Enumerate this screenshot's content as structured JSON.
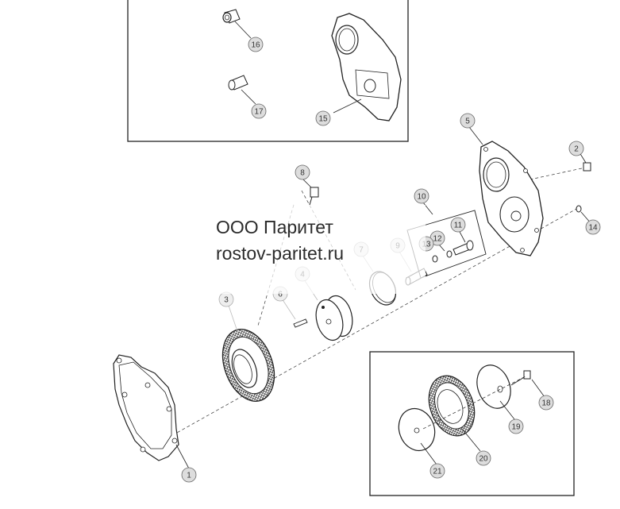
{
  "watermark": {
    "company": "ООО Паритет",
    "website": "rostov-paritet.ru"
  },
  "callouts": {
    "c1": "1",
    "c2": "2",
    "c3": "3",
    "c4": "4",
    "c5": "5",
    "c6": "6",
    "c7": "7",
    "c8": "8",
    "c9": "9",
    "c10": "10",
    "c11": "11",
    "c12": "12",
    "c13": "13",
    "c14": "14",
    "c15": "15",
    "c16": "16",
    "c17": "17",
    "c18": "18",
    "c19": "19",
    "c20": "20",
    "c21": "21"
  }
}
